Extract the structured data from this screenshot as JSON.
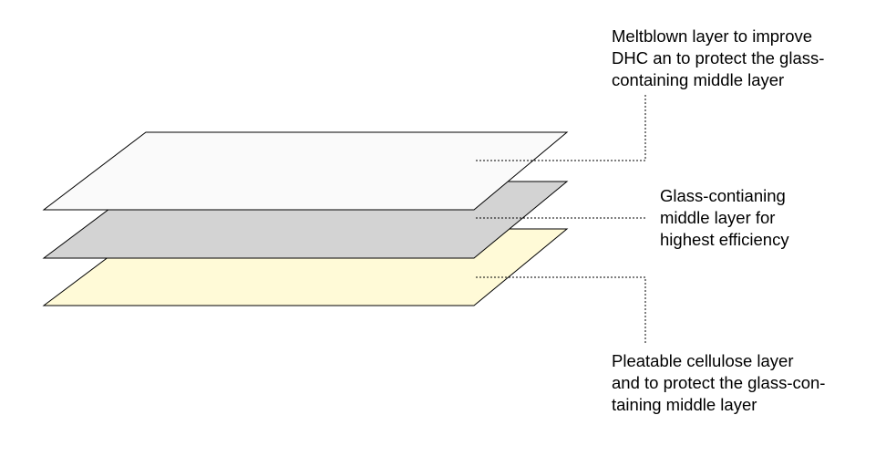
{
  "layers": [
    {
      "id": "meltblown",
      "fill": "#fafafa",
      "label_lines": [
        "Meltblown layer to improve",
        "DHC an to protect the glass-",
        "containing middle layer"
      ]
    },
    {
      "id": "glass",
      "fill": "#d3d3d3",
      "label_lines": [
        "Glass-contianing",
        "middle layer for",
        "highest efficiency"
      ]
    },
    {
      "id": "cellulose",
      "fill": "#fffad7",
      "label_lines": [
        "Pleatable cellulose layer",
        "and to protect the glass-con-",
        "taining middle layer"
      ]
    }
  ],
  "outline_color": "#000000",
  "leader_color": "#000000"
}
